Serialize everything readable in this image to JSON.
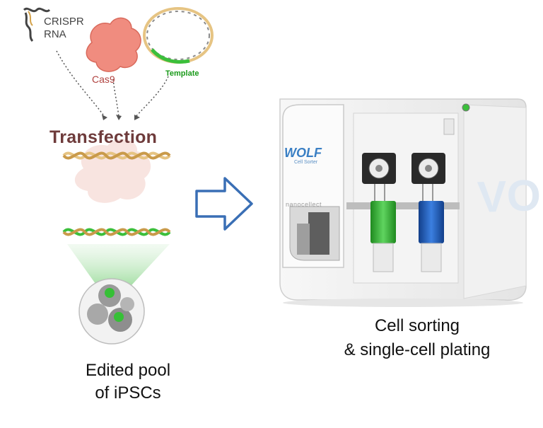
{
  "labels": {
    "crispr_line1": "CRISPR",
    "crispr_line2": "RNA",
    "cas9": "Cas9",
    "template": "Template",
    "transfection": "Transfection",
    "pool_line1": "Edited pool",
    "pool_line2": "of iPSCs",
    "sorting_line1": "Cell sorting",
    "sorting_line2": "& single-cell plating"
  },
  "device": {
    "brand": "WOLF",
    "brand_sub": "Cell Sorter",
    "maker": "nanocellect"
  },
  "colors": {
    "arrow": "#3a6fb5",
    "cas9": "#f08c7f",
    "dna_gold": "#e6c483",
    "dna_green": "#3bbf3b",
    "cas9_text": "#b0413e",
    "template_text": "#1a9a1a",
    "transfection_text": "#6e3b3b",
    "tube_green": "#3cb43c",
    "tube_blue": "#1f5fbf"
  }
}
